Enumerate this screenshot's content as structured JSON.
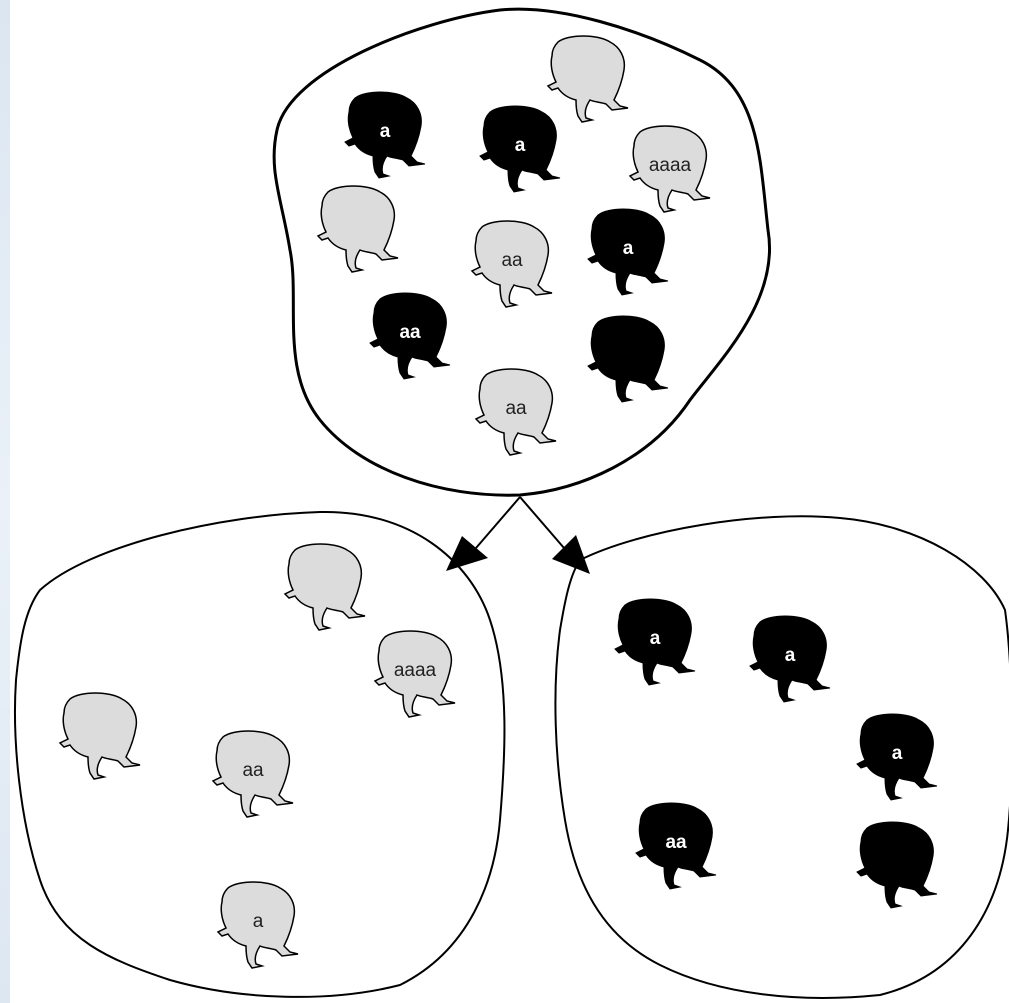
{
  "colors": {
    "dark_frog": "#000000",
    "light_frog": "#dcdcdc",
    "outline": "#000000",
    "background": "#ffffff",
    "dark_label": "#ffffff",
    "light_label": "#222222"
  },
  "icons": {
    "frog": "frog-silhouette-icon",
    "arrow": "arrow-down-icon"
  },
  "populations": {
    "source": {
      "frogs": [
        {
          "color": "light",
          "label": ""
        },
        {
          "color": "dark",
          "label": "a"
        },
        {
          "color": "dark",
          "label": "a"
        },
        {
          "color": "light",
          "label": "aaaa"
        },
        {
          "color": "light",
          "label": ""
        },
        {
          "color": "light",
          "label": "aa"
        },
        {
          "color": "dark",
          "label": "a"
        },
        {
          "color": "dark",
          "label": "aa"
        },
        {
          "color": "dark",
          "label": ""
        },
        {
          "color": "light",
          "label": "aa"
        }
      ]
    },
    "left": {
      "frogs": [
        {
          "color": "light",
          "label": ""
        },
        {
          "color": "light",
          "label": "aaaa"
        },
        {
          "color": "light",
          "label": ""
        },
        {
          "color": "light",
          "label": "aa"
        },
        {
          "color": "light",
          "label": "a"
        }
      ]
    },
    "right": {
      "frogs": [
        {
          "color": "dark",
          "label": "a"
        },
        {
          "color": "dark",
          "label": "a"
        },
        {
          "color": "dark",
          "label": "a"
        },
        {
          "color": "dark",
          "label": "aa"
        },
        {
          "color": "dark",
          "label": ""
        }
      ]
    }
  }
}
